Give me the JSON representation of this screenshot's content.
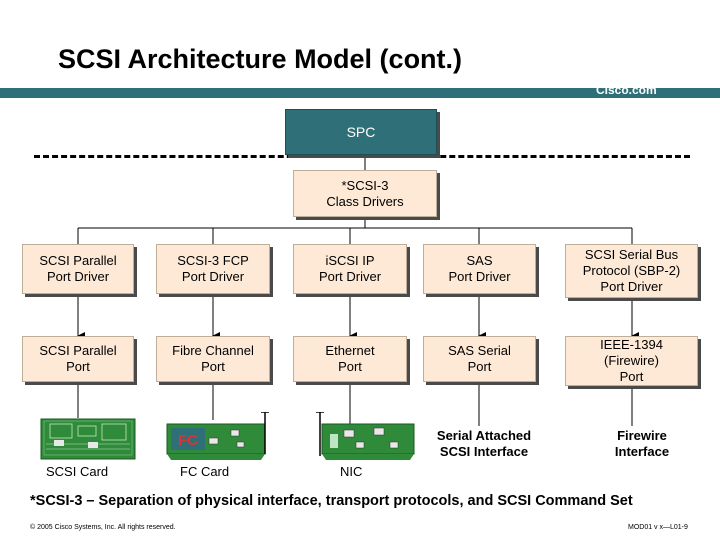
{
  "title": "SCSI Architecture Model (cont.)",
  "brand": "Cisco.com",
  "spc": "SPC",
  "class_drivers": [
    "*SCSI-3",
    "Class Drivers"
  ],
  "drivers": [
    [
      "SCSI Parallel",
      "Port Driver"
    ],
    [
      "SCSI-3 FCP",
      "Port Driver"
    ],
    [
      "iSCSI IP",
      "Port Driver"
    ],
    [
      "SAS",
      "Port Driver"
    ],
    [
      "SCSI Serial Bus",
      "Protocol (SBP-2)",
      "Port Driver"
    ]
  ],
  "ports": [
    [
      "SCSI Parallel",
      "Port"
    ],
    [
      "Fibre Channel",
      "Port"
    ],
    [
      "Ethernet",
      "Port"
    ],
    [
      "SAS Serial",
      "Port"
    ],
    [
      "IEEE-1394",
      "(Firewire)",
      "Port"
    ]
  ],
  "fc_badge": "FC",
  "cards": {
    "scsi": "SCSI Card",
    "fc": "FC Card",
    "nic": "NIC"
  },
  "interfaces": {
    "sas": [
      "Serial Attached",
      "SCSI Interface"
    ],
    "firewire": [
      "Firewire",
      "Interface"
    ]
  },
  "footnote": "*SCSI-3 – Separation of physical interface, transport protocols, and SCSI Command Set",
  "copyright": "© 2005 Cisco Systems, Inc. All rights reserved.",
  "slide_code": "MOD01 v x—L01-9",
  "colors": {
    "accent": "#2f6f78",
    "box_fill": "#fde9d6",
    "card_green": "#2f8a3a"
  }
}
